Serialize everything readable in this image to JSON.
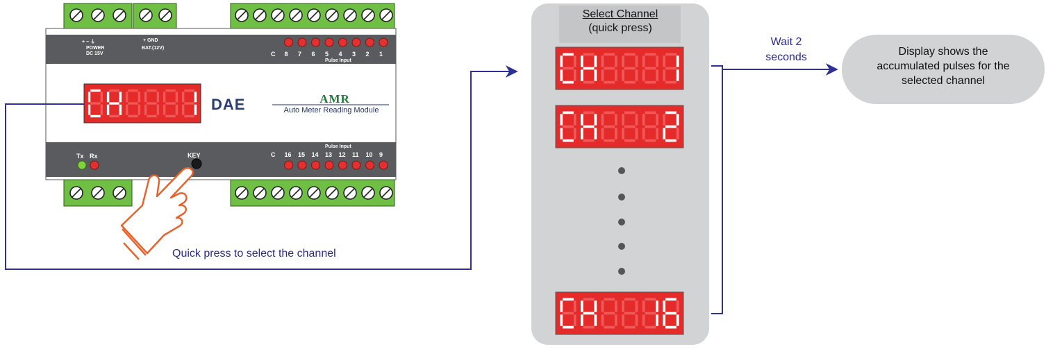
{
  "panel": {
    "title": "Select Channel",
    "subtitle": "(quick press)",
    "displays": [
      "CH8881",
      "CH8882",
      "CH8816"
    ]
  },
  "wait_label": {
    "line1": "Wait 2",
    "line2": "seconds"
  },
  "result": {
    "line1": "Display shows the",
    "line2": "accumulated pulses for the",
    "line3": "selected channel"
  },
  "instruction": "Quick press to select the channel",
  "device": {
    "display_text": "CH8881",
    "brand": "DAE",
    "product_title": "AMR",
    "product_subtitle": "Auto Meter Reading Module",
    "power_symbols": "+  −  ⏚",
    "power_label": "POWER",
    "power_sub": "DC 15V",
    "bat_symbols": "+  GND",
    "bat_label": "BAT.(12V)",
    "top_channels": [
      "C",
      "8",
      "7",
      "6",
      "5",
      "4",
      "3",
      "2",
      "1"
    ],
    "bottom_channels": [
      "C",
      "16",
      "15",
      "14",
      "13",
      "12",
      "11",
      "10",
      "9"
    ],
    "pulse_input_label": "Pulse Input",
    "tx_label": "Tx",
    "rx_label": "Rx",
    "key_label": "KEY"
  },
  "colors": {
    "connector_green": "#6fbf44",
    "led_red": "#e53030",
    "led_green": "#7ed23a",
    "panel_gray": "#d2d3d5",
    "bar_gray": "#5a5b5e",
    "display_red": "#e52a2a",
    "arrow_blue": "#2e3192",
    "hand_orange": "#e8622c"
  }
}
